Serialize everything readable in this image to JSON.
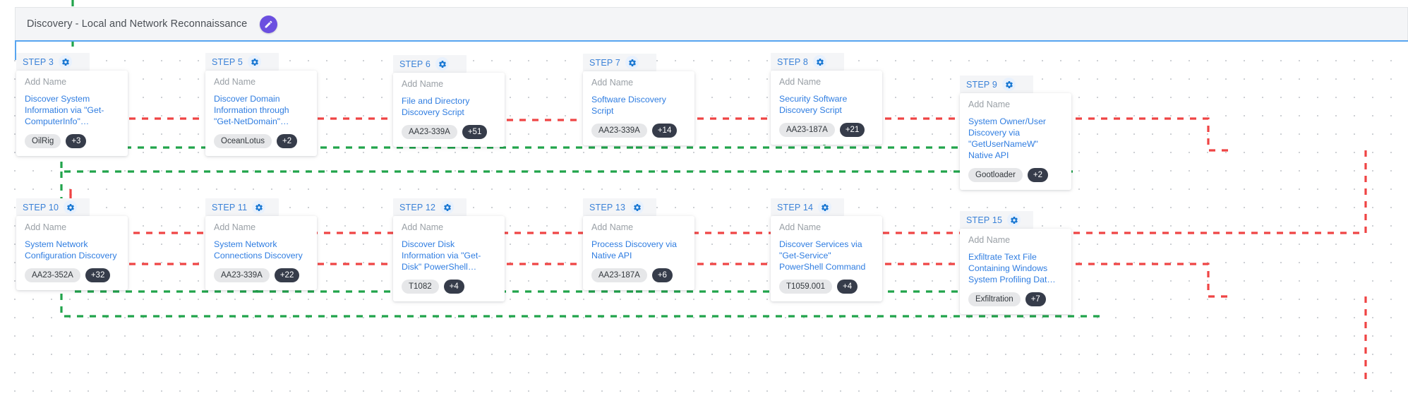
{
  "header": {
    "title": "Discovery - Local and Network Reconnaissance",
    "edit_icon": "pencil-icon",
    "accent_color": "#6b4fe0",
    "underline_color": "#57a5f0"
  },
  "canvas": {
    "add_name_placeholder": "Add Name",
    "gear_icon": "gear-icon",
    "edge_colors": {
      "red": "#ef4444",
      "green": "#21a44b"
    }
  },
  "nodes": [
    {
      "step": "STEP 3",
      "name_placeholder": "Add Name",
      "title": "Discover System Information via \"Get-ComputerInfo\"…",
      "tag": "OilRig",
      "count": "+3"
    },
    {
      "step": "STEP 5",
      "name_placeholder": "Add Name",
      "title": "Discover Domain Information through \"Get-NetDomain\"…",
      "tag": "OceanLotus",
      "count": "+2"
    },
    {
      "step": "STEP 6",
      "name_placeholder": "Add Name",
      "title": "File and Directory Discovery Script",
      "tag": "AA23-339A",
      "count": "+51"
    },
    {
      "step": "STEP 7",
      "name_placeholder": "Add Name",
      "title": "Software Discovery Script",
      "tag": "AA23-339A",
      "count": "+14"
    },
    {
      "step": "STEP 8",
      "name_placeholder": "Add Name",
      "title": "Security Software Discovery Script",
      "tag": "AA23-187A",
      "count": "+21"
    },
    {
      "step": "STEP 9",
      "name_placeholder": "Add Name",
      "title": "System Owner/User Discovery via \"GetUserNameW\" Native API",
      "tag": "Gootloader",
      "count": "+2"
    },
    {
      "step": "STEP 10",
      "name_placeholder": "Add Name",
      "title": "System Network Configuration Discovery",
      "tag": "AA23-352A",
      "count": "+32"
    },
    {
      "step": "STEP 11",
      "name_placeholder": "Add Name",
      "title": "System Network Connections Discovery",
      "tag": "AA23-339A",
      "count": "+22"
    },
    {
      "step": "STEP 12",
      "name_placeholder": "Add Name",
      "title": "Discover Disk Information via \"Get-Disk\" PowerShell…",
      "tag": "T1082",
      "count": "+4"
    },
    {
      "step": "STEP 13",
      "name_placeholder": "Add Name",
      "title": "Process Discovery via Native API",
      "tag": "AA23-187A",
      "count": "+6"
    },
    {
      "step": "STEP 14",
      "name_placeholder": "Add Name",
      "title": "Discover Services via \"Get-Service\" PowerShell Command",
      "tag": "T1059.001",
      "count": "+4"
    },
    {
      "step": "STEP 15",
      "name_placeholder": "Add Name",
      "title": "Exfiltrate Text File Containing Windows System Profiling Dat…",
      "tag": "Exfiltration",
      "count": "+7"
    }
  ]
}
